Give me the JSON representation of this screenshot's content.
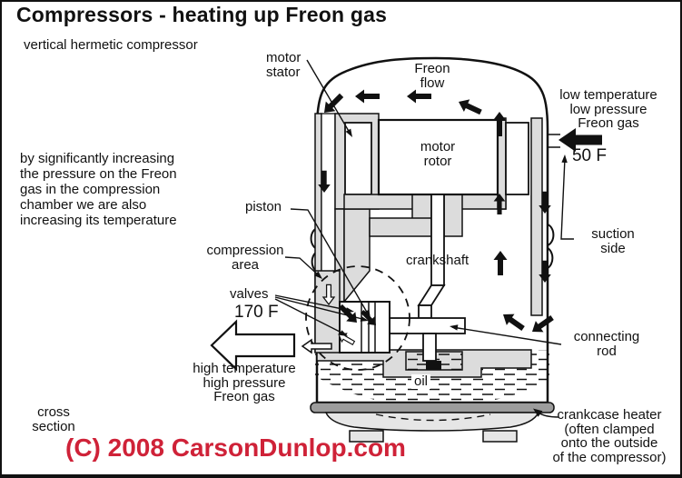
{
  "title": "Compressors - heating up Freon gas",
  "subtitle": "vertical hermetic compressor",
  "note": "by significantly increasing\nthe pressure on the Freon\ngas in the compression\nchamber we are also\nincreasing its temperature",
  "labels": {
    "motor_stator": "motor\nstator",
    "freon_flow": "Freon\nflow",
    "low_temp_in": "low temperature\nlow pressure\nFreon gas",
    "temp_in": "50 F",
    "suction_side": "suction\nside",
    "piston": "piston",
    "compression_area": "compression\narea",
    "valves": "valves",
    "temp_out": "170 F",
    "high_temp_out": "high temperature\nhigh pressure\nFreon gas",
    "motor_rotor": "motor\nrotor",
    "crankshaft": "crankshaft",
    "oil": "oil",
    "connecting_rod": "connecting\nrod",
    "crankcase_heater": "crankcase heater\n(often clamped\nonto the outside\nof the compressor)",
    "cross_section": "cross\nsection"
  },
  "copyright": "(C) 2008 CarsonDunlop.com",
  "colors": {
    "ink": "#111111",
    "copyright_red": "#cf2238",
    "shell_fill": "#ffffff",
    "stator_gray": "#dcdcdc",
    "heater_gray": "#9c9c9c",
    "base_gray": "#e6e6e6"
  }
}
